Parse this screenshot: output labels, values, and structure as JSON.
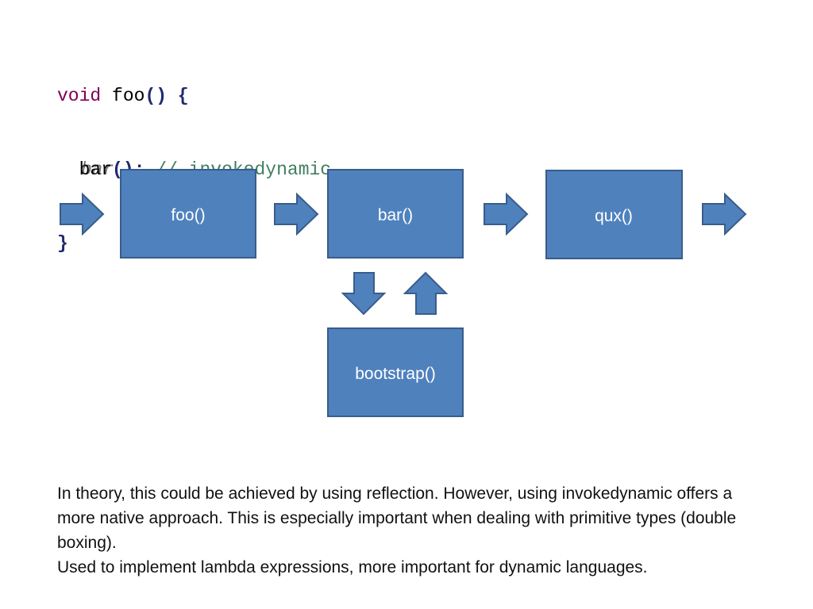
{
  "code": {
    "line1": {
      "keyword": "void",
      "name": "foo",
      "parens": "()",
      "brace": "{"
    },
    "line2": {
      "ghost": "bar",
      "call": "bar",
      "parens": "();",
      "comment": "// invokedynamic"
    },
    "line3": {
      "brace": "}"
    }
  },
  "diagram": {
    "boxes": {
      "foo": "foo()",
      "bar": "bar()",
      "qux": "qux()",
      "bootstrap": "bootstrap()"
    },
    "colors": {
      "box_fill": "#4f81bd",
      "box_stroke": "#385d8a"
    }
  },
  "description": {
    "paragraph1": "In theory, this could be achieved by using reflection. However, using invokedynamic offers a more native approach. This is especially important when dealing with primitive types (double boxing).",
    "paragraph2": "Used to implement lambda expressions, more important for dynamic languages."
  }
}
